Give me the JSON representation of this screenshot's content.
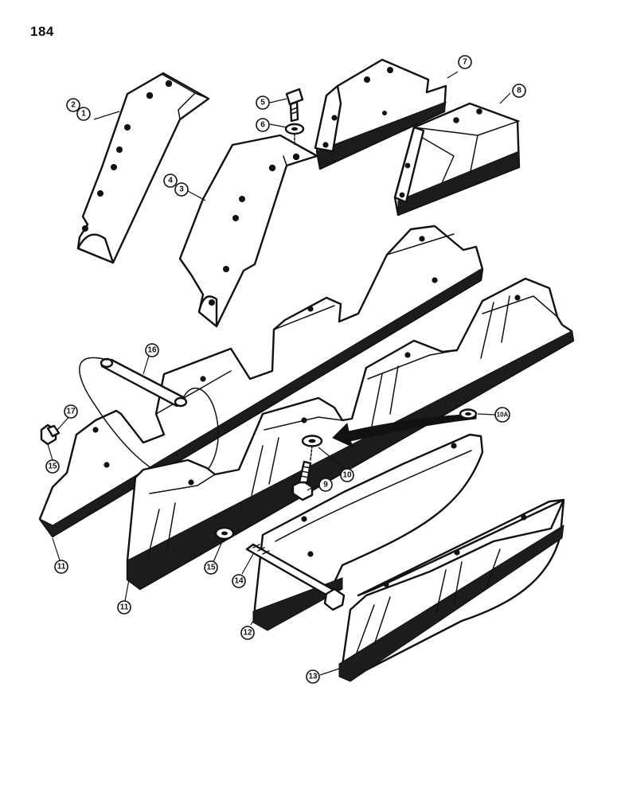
{
  "page_number": "184",
  "callouts": {
    "c1": "1",
    "c2": "2",
    "c3": "3",
    "c4": "4",
    "c5": "5",
    "c6": "6",
    "c7": "7",
    "c8": "8",
    "c9": "9",
    "c10": "10",
    "c10a": "10A",
    "c11a": "11",
    "c11b": "11",
    "c12": "12",
    "c13": "13",
    "c14": "14",
    "c15a": "15",
    "c15b": "15",
    "c16": "16",
    "c17": "17"
  }
}
